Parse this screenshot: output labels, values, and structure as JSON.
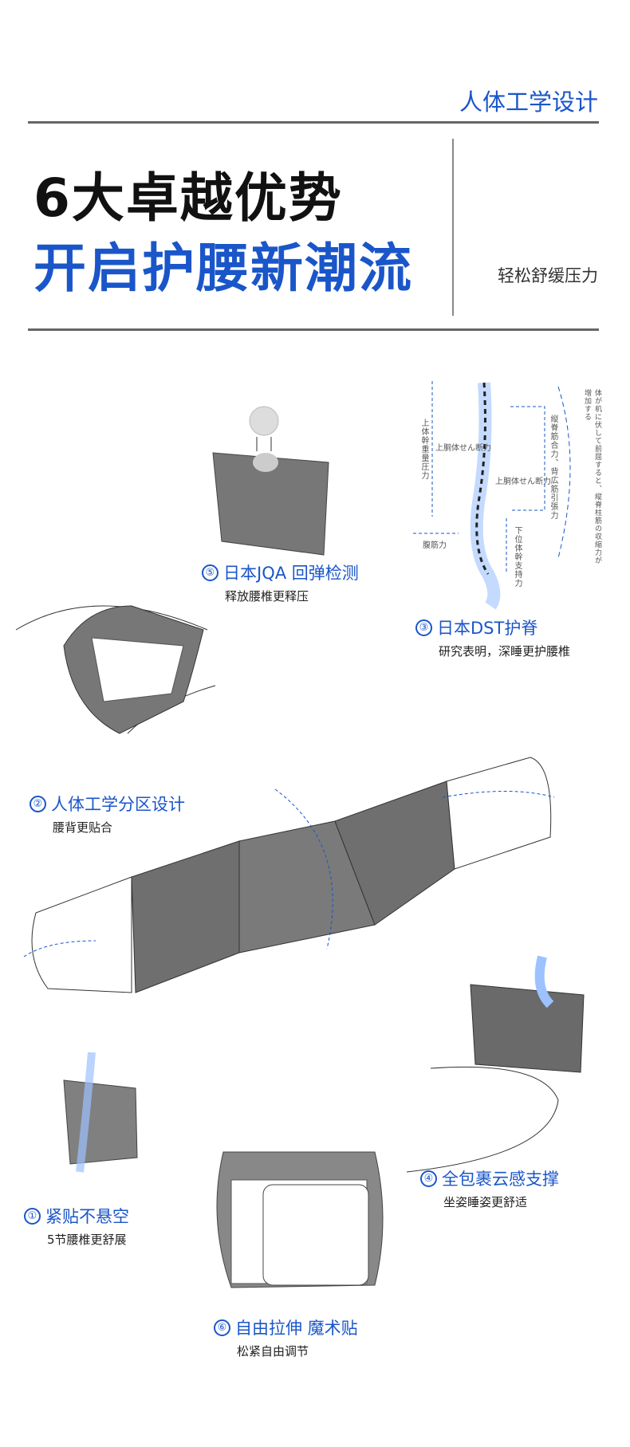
{
  "header": {
    "tag": "人体工学设计",
    "title_line1": "6大卓越优势",
    "title_line2": "开启护腰新潮流",
    "subtitle": "轻松舒缓压力"
  },
  "features": [
    {
      "num": "①",
      "title": "紧贴不悬空",
      "desc": "5节腰椎更舒展"
    },
    {
      "num": "②",
      "title": "人体工学分区设计",
      "desc": "腰背更贴合"
    },
    {
      "num": "③",
      "title": "日本DST护脊",
      "desc": "研究表明，深睡更护腰椎"
    },
    {
      "num": "④",
      "title": "全包裹云感支撑",
      "desc": "坐姿睡姿更舒适"
    },
    {
      "num": "⑤",
      "title": "日本JQA 回弹检测",
      "desc": "释放腰椎更释压"
    },
    {
      "num": "⑥",
      "title": "自由拉伸 魔术贴",
      "desc": "松紧自由调节"
    }
  ],
  "spine_diagram": {
    "upper_trunk_weight": "上体幹重量圧力",
    "upper_shear_1": "上胴体せん断力",
    "upper_shear_2": "上胴体せん断力",
    "muscle_force": "縦脊筋合力、背広筋引張力",
    "abdominal": "腹筋力",
    "lower_support": "下位体幹支持力",
    "note": "体が机に伏して前屈すると、縦脊柱筋の収縮力が増加する"
  },
  "colors": {
    "accent": "#1a56c9",
    "title": "#111111",
    "belt_gray": "#6f6f6f"
  }
}
